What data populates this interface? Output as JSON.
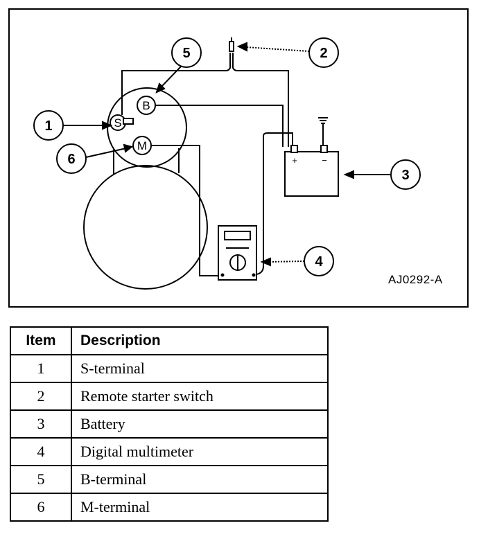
{
  "figure": {
    "code": "AJ0292-A",
    "callouts": [
      "1",
      "2",
      "3",
      "4",
      "5",
      "6"
    ],
    "terminal_letters": {
      "s": "S",
      "b": "B",
      "m": "M"
    },
    "battery_signs": {
      "positive": "+",
      "negative": "−"
    }
  },
  "table": {
    "headers": {
      "item": "Item",
      "description": "Description"
    },
    "rows": [
      {
        "item": "1",
        "description": "S-terminal"
      },
      {
        "item": "2",
        "description": "Remote starter switch"
      },
      {
        "item": "3",
        "description": "Battery"
      },
      {
        "item": "4",
        "description": "Digital multimeter"
      },
      {
        "item": "5",
        "description": "B-terminal"
      },
      {
        "item": "6",
        "description": "M-terminal"
      }
    ]
  }
}
